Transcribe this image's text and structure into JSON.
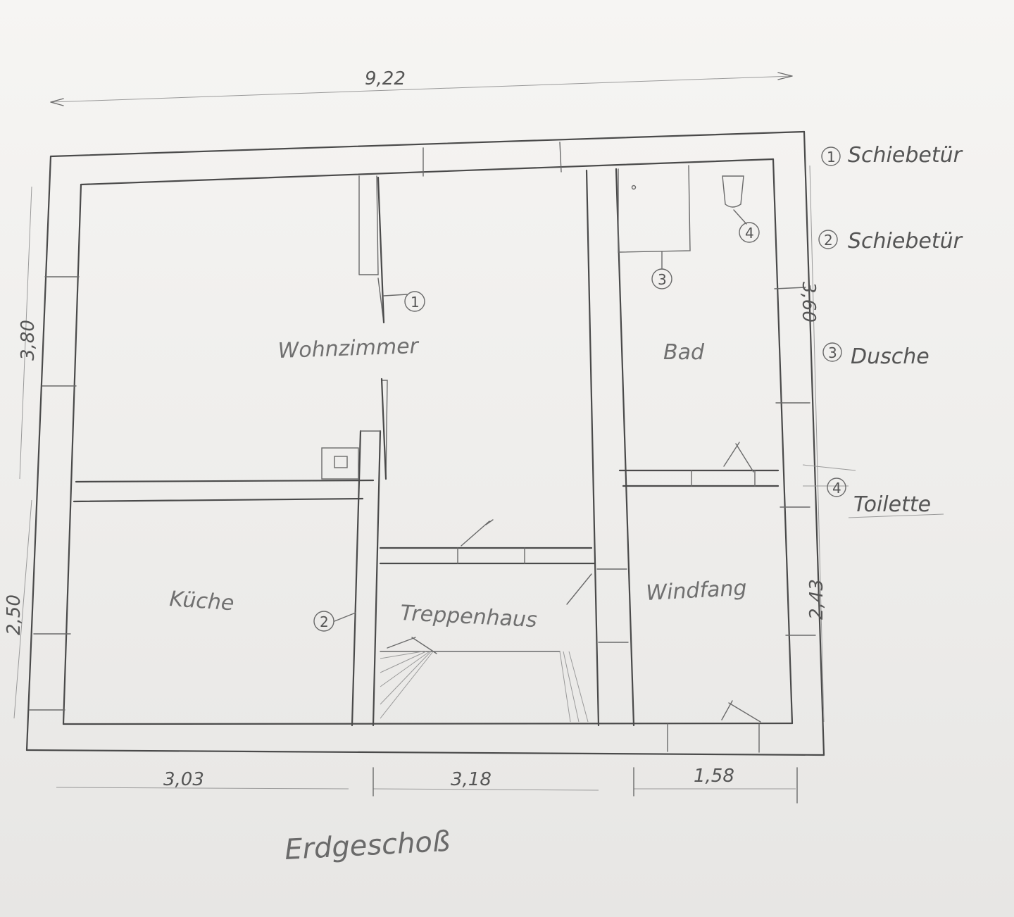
{
  "rooms": {
    "wohnzimmer": "Wohnzimmer",
    "bad": "Bad",
    "kueche": "Küche",
    "treppenhaus": "Treppenhaus",
    "windfang": "Windfang"
  },
  "dimensions": {
    "top_width": "9,22",
    "left_upper": "3,80",
    "left_lower": "2,50",
    "right_upper": "3,60",
    "right_lower": "2,43",
    "bottom_left": "3,03",
    "bottom_mid": "3,18",
    "bottom_right": "1,58"
  },
  "legend": [
    {
      "number": "1",
      "label": "Schiebetür"
    },
    {
      "number": "2",
      "label": "Schiebetür"
    },
    {
      "number": "3",
      "label": "Dusche"
    },
    {
      "number": "4",
      "label": "Toilette"
    }
  ],
  "markers": {
    "m1": "1",
    "m2": "2",
    "m3": "3",
    "m4": "4"
  },
  "caption": "Erdgeschoß"
}
